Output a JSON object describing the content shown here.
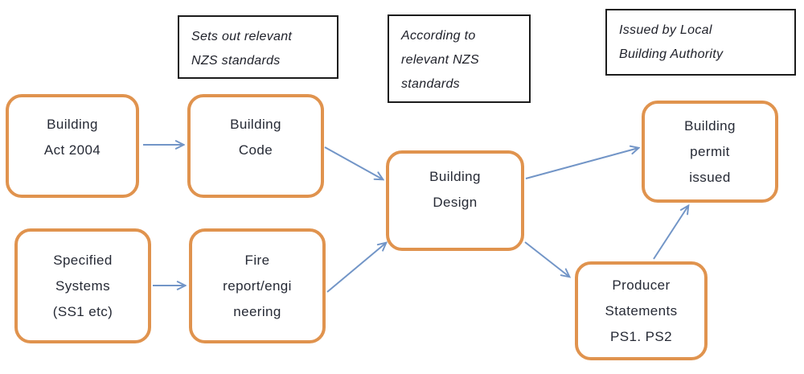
{
  "colors": {
    "background": "#ffffff",
    "node_border": "#e0934e",
    "node_fill": "#ffffff",
    "node_text": "#262a35",
    "annotation_border": "#1c1c1c",
    "annotation_text": "#20222b",
    "arrow": "#7295c7"
  },
  "nodes": {
    "building_act": {
      "line1": "Building",
      "line2": "Act 2004"
    },
    "building_code": {
      "line1": "Building",
      "line2": "Code"
    },
    "building_design": {
      "line1": "Building",
      "line2": "Design"
    },
    "building_permit": {
      "line1": "Building",
      "line2": "permit",
      "line3": "issued"
    },
    "specified_systems": {
      "line1": "Specified",
      "line2": "Systems",
      "line3": "(SS1 etc)"
    },
    "fire_report": {
      "line1": "Fire",
      "line2": "report/engi",
      "line3": "neering"
    },
    "producer_statements": {
      "line1": "Producer",
      "line2": "Statements",
      "line3": "PS1. PS2"
    }
  },
  "annotations": {
    "sets_out": {
      "line1": "Sets out relevant",
      "line2": "NZS standards"
    },
    "according": {
      "line1": "According to",
      "line2": "relevant NZS",
      "line3": "standards"
    },
    "issued_by": {
      "line1": "Issued by Local",
      "line2": "Building Authority"
    }
  }
}
